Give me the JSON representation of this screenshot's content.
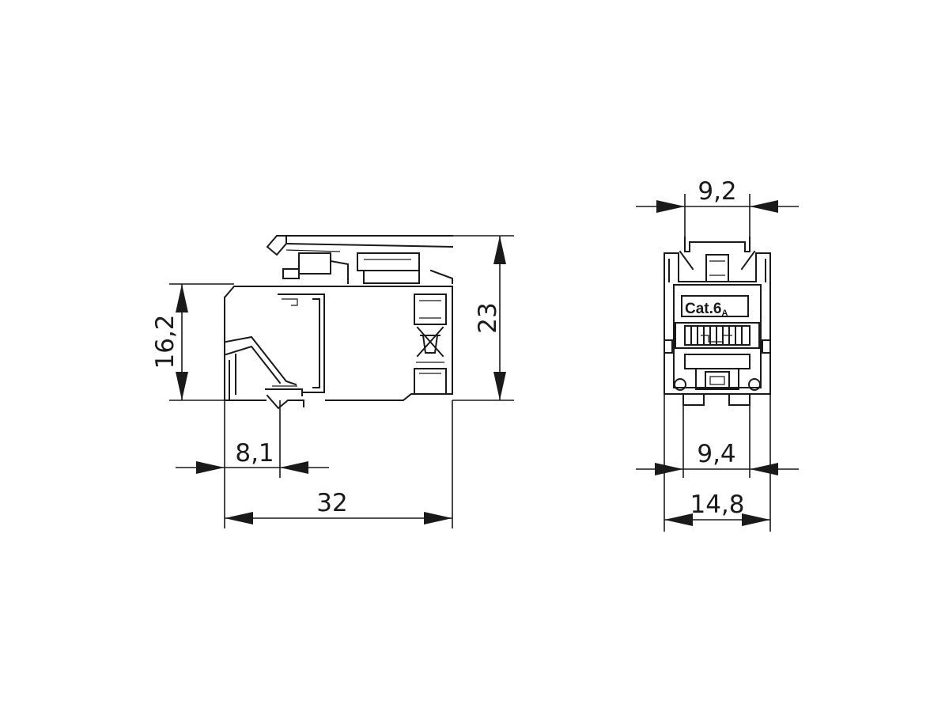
{
  "dimensions": {
    "height_total": "23",
    "height_body": "16,2",
    "length_total": "32",
    "front_offset": "8,1",
    "top_width": "9,2",
    "bottom_width": "9,4",
    "overall_width": "14,8"
  },
  "label": {
    "main": "Cat.6",
    "sub": "A"
  }
}
